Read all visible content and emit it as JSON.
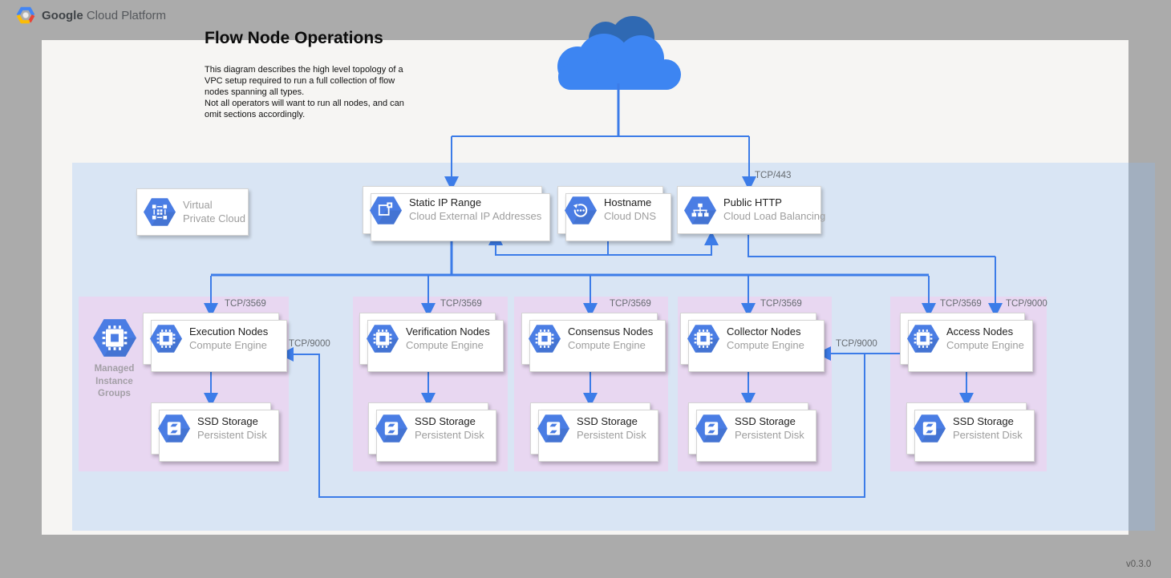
{
  "header": {
    "brand_bold": "Google",
    "brand_rest": "Cloud Platform"
  },
  "page": {
    "title": "Flow Node Operations",
    "description": "This diagram describes the high level topology of a\nVPC setup required to run a full collection of flow\nnodes spanning all types.\nNot all operators will want to run all nodes, and can\nomit sections accordingly.",
    "version": "v0.3.0"
  },
  "labels": {
    "tcp443": "TCP/443",
    "tcp3569": "TCP/3569",
    "tcp9000": "TCP/9000",
    "mig": "Managed\nInstance\nGroups"
  },
  "cards": {
    "vpc": {
      "title": "Virtual",
      "subtitle": "Private Cloud",
      "icon": "virtual-private-cloud-icon"
    },
    "static_ip": {
      "title": "Static IP Range",
      "subtitle": "Cloud External IP Addresses",
      "icon": "external-ip-icon"
    },
    "hostname": {
      "title": "Hostname",
      "subtitle": "Cloud DNS",
      "icon": "cloud-dns-icon"
    },
    "public_http": {
      "title": "Public HTTP",
      "subtitle": "Cloud Load Balancing",
      "icon": "cloud-load-balancing-icon"
    }
  },
  "groups": [
    {
      "name": "execution",
      "compute": {
        "title": "Execution Nodes",
        "subtitle": "Compute Engine",
        "icon": "compute-engine-icon"
      },
      "storage": {
        "title": "SSD Storage",
        "subtitle": "Persistent Disk",
        "icon": "persistent-disk-icon"
      }
    },
    {
      "name": "verification",
      "compute": {
        "title": "Verification Nodes",
        "subtitle": "Compute Engine",
        "icon": "compute-engine-icon"
      },
      "storage": {
        "title": "SSD Storage",
        "subtitle": "Persistent Disk",
        "icon": "persistent-disk-icon"
      }
    },
    {
      "name": "consensus",
      "compute": {
        "title": "Consensus Nodes",
        "subtitle": "Compute Engine",
        "icon": "compute-engine-icon"
      },
      "storage": {
        "title": "SSD Storage",
        "subtitle": "Persistent Disk",
        "icon": "persistent-disk-icon"
      }
    },
    {
      "name": "collector",
      "compute": {
        "title": "Collector Nodes",
        "subtitle": "Compute Engine",
        "icon": "compute-engine-icon"
      },
      "storage": {
        "title": "SSD Storage",
        "subtitle": "Persistent Disk",
        "icon": "persistent-disk-icon"
      }
    },
    {
      "name": "access",
      "compute": {
        "title": "Access Nodes",
        "subtitle": "Compute Engine",
        "icon": "compute-engine-icon"
      },
      "storage": {
        "title": "SSD Storage",
        "subtitle": "Persistent Disk",
        "icon": "persistent-disk-icon"
      }
    }
  ],
  "palette": {
    "wire_blue": "#3c7ce8",
    "hexagon_blue": "#4a7de4",
    "cloud_blue": "#3d85f2",
    "cloud_dark_blue": "#2f69b3",
    "vpc_region_blue": "#d9e9f8",
    "group_pink": "#f2e2f3",
    "canvas": "#f6f5f3",
    "background": "#ababab"
  }
}
